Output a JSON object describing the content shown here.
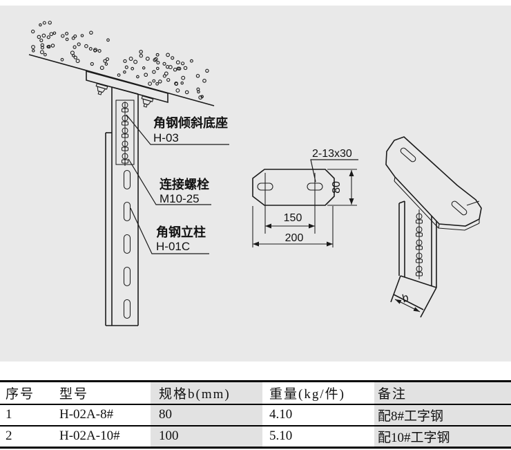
{
  "diagram": {
    "callouts": [
      {
        "label": "角钢倾斜底座",
        "code": "H-03"
      },
      {
        "label": "连接螺栓",
        "code": "M10-25"
      },
      {
        "label": "角钢立柱",
        "code": "H-01C"
      }
    ],
    "dimensions": {
      "holes": "2-13x30",
      "hole_spacing": "150",
      "plate_width": "200",
      "plate_height": "80",
      "column_width": "b"
    }
  },
  "table": {
    "headers": [
      "序号",
      "型号",
      "规格b(mm)",
      "重量(kg/件)",
      "备注"
    ],
    "rows": [
      [
        "1",
        "H-02A-8#",
        "80",
        "4.10",
        "配8#工字钢"
      ],
      [
        "2",
        "H-02A-10#",
        "100",
        "5.10",
        "配10#工字钢"
      ]
    ]
  },
  "colors": {
    "line": "#1a1a1a",
    "background": "#e9e9e9",
    "table_shade": "#e2e2e2"
  }
}
